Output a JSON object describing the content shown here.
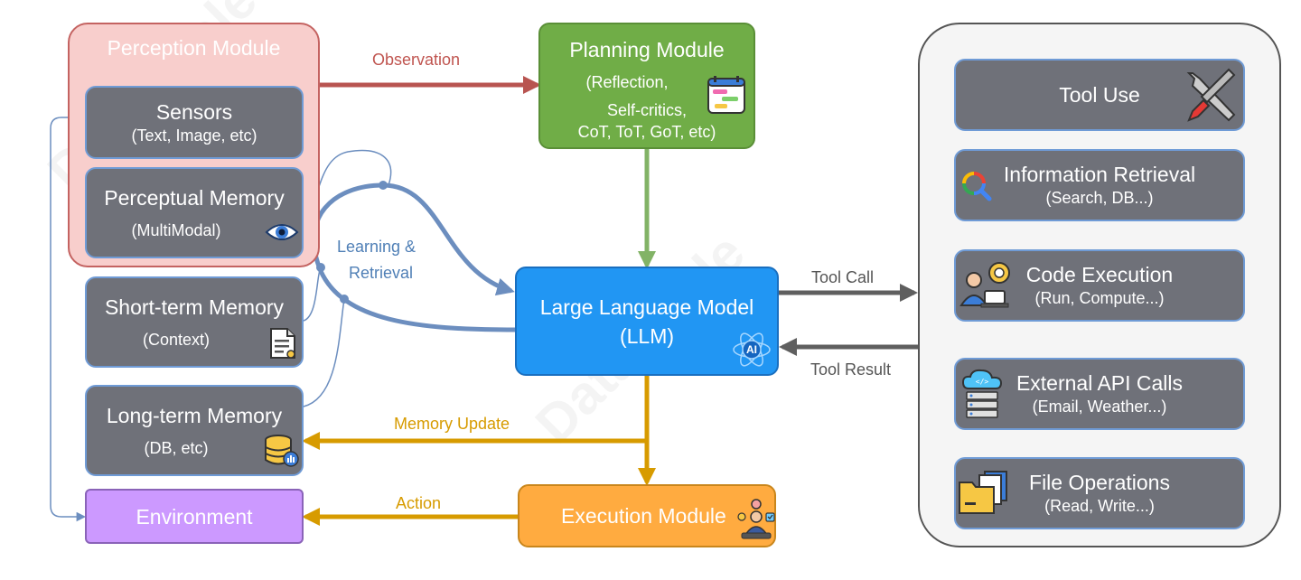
{
  "perception": {
    "title": "Perception Module",
    "sensors": {
      "title": "Sensors",
      "subtitle": "(Text, Image, etc)"
    },
    "perceptual_memory": {
      "title": "Perceptual Memory",
      "subtitle": "(MultiModal)"
    }
  },
  "short_term_memory": {
    "title": "Short-term Memory",
    "subtitle": "(Context)"
  },
  "long_term_memory": {
    "title": "Long-term Memory",
    "subtitle": "(DB, etc)"
  },
  "environment": {
    "title": "Environment"
  },
  "planning": {
    "title": "Planning Module",
    "lines": [
      "(Reflection,",
      "Self-critics,",
      "CoT, ToT, GoT, etc)"
    ]
  },
  "llm": {
    "title": "Large Language Model",
    "subtitle": "(LLM)",
    "badge": "AI"
  },
  "execution": {
    "title": "Execution Module"
  },
  "edges": {
    "observation": "Observation",
    "learning_line1": "Learning &",
    "learning_line2": "Retrieval",
    "tool_call": "Tool Call",
    "tool_result": "Tool Result",
    "memory_update": "Memory Update",
    "action": "Action"
  },
  "tools": [
    {
      "title": "Tool Use",
      "subtitle": "",
      "icon": "wrench-screwdriver-icon"
    },
    {
      "title": "Information Retrieval",
      "subtitle": "(Search, DB...)",
      "icon": "google-search-icon"
    },
    {
      "title": "Code Execution",
      "subtitle": "(Run, Compute...)",
      "icon": "coder-gear-icon"
    },
    {
      "title": "External API Calls",
      "subtitle": "(Email, Weather...)",
      "icon": "cloud-api-icon"
    },
    {
      "title": "File Operations",
      "subtitle": "(Read, Write...)",
      "icon": "folder-files-icon"
    }
  ],
  "colors": {
    "perception_fill": "#f8cecc",
    "perception_border": "#c46361",
    "planning_fill": "#70ad47",
    "llm_fill": "#2196f3",
    "execution_fill": "#ffab40",
    "environment_fill": "#cc99ff",
    "gray_box": "#6f7179",
    "gray_box_border": "#6f9bd6",
    "observation_arrow": "#b85450",
    "planning_arrow": "#82b366",
    "memory_arrow": "#d79b00",
    "retrieval_arrow": "#6c8ebf",
    "tool_arrow": "#666666"
  }
}
